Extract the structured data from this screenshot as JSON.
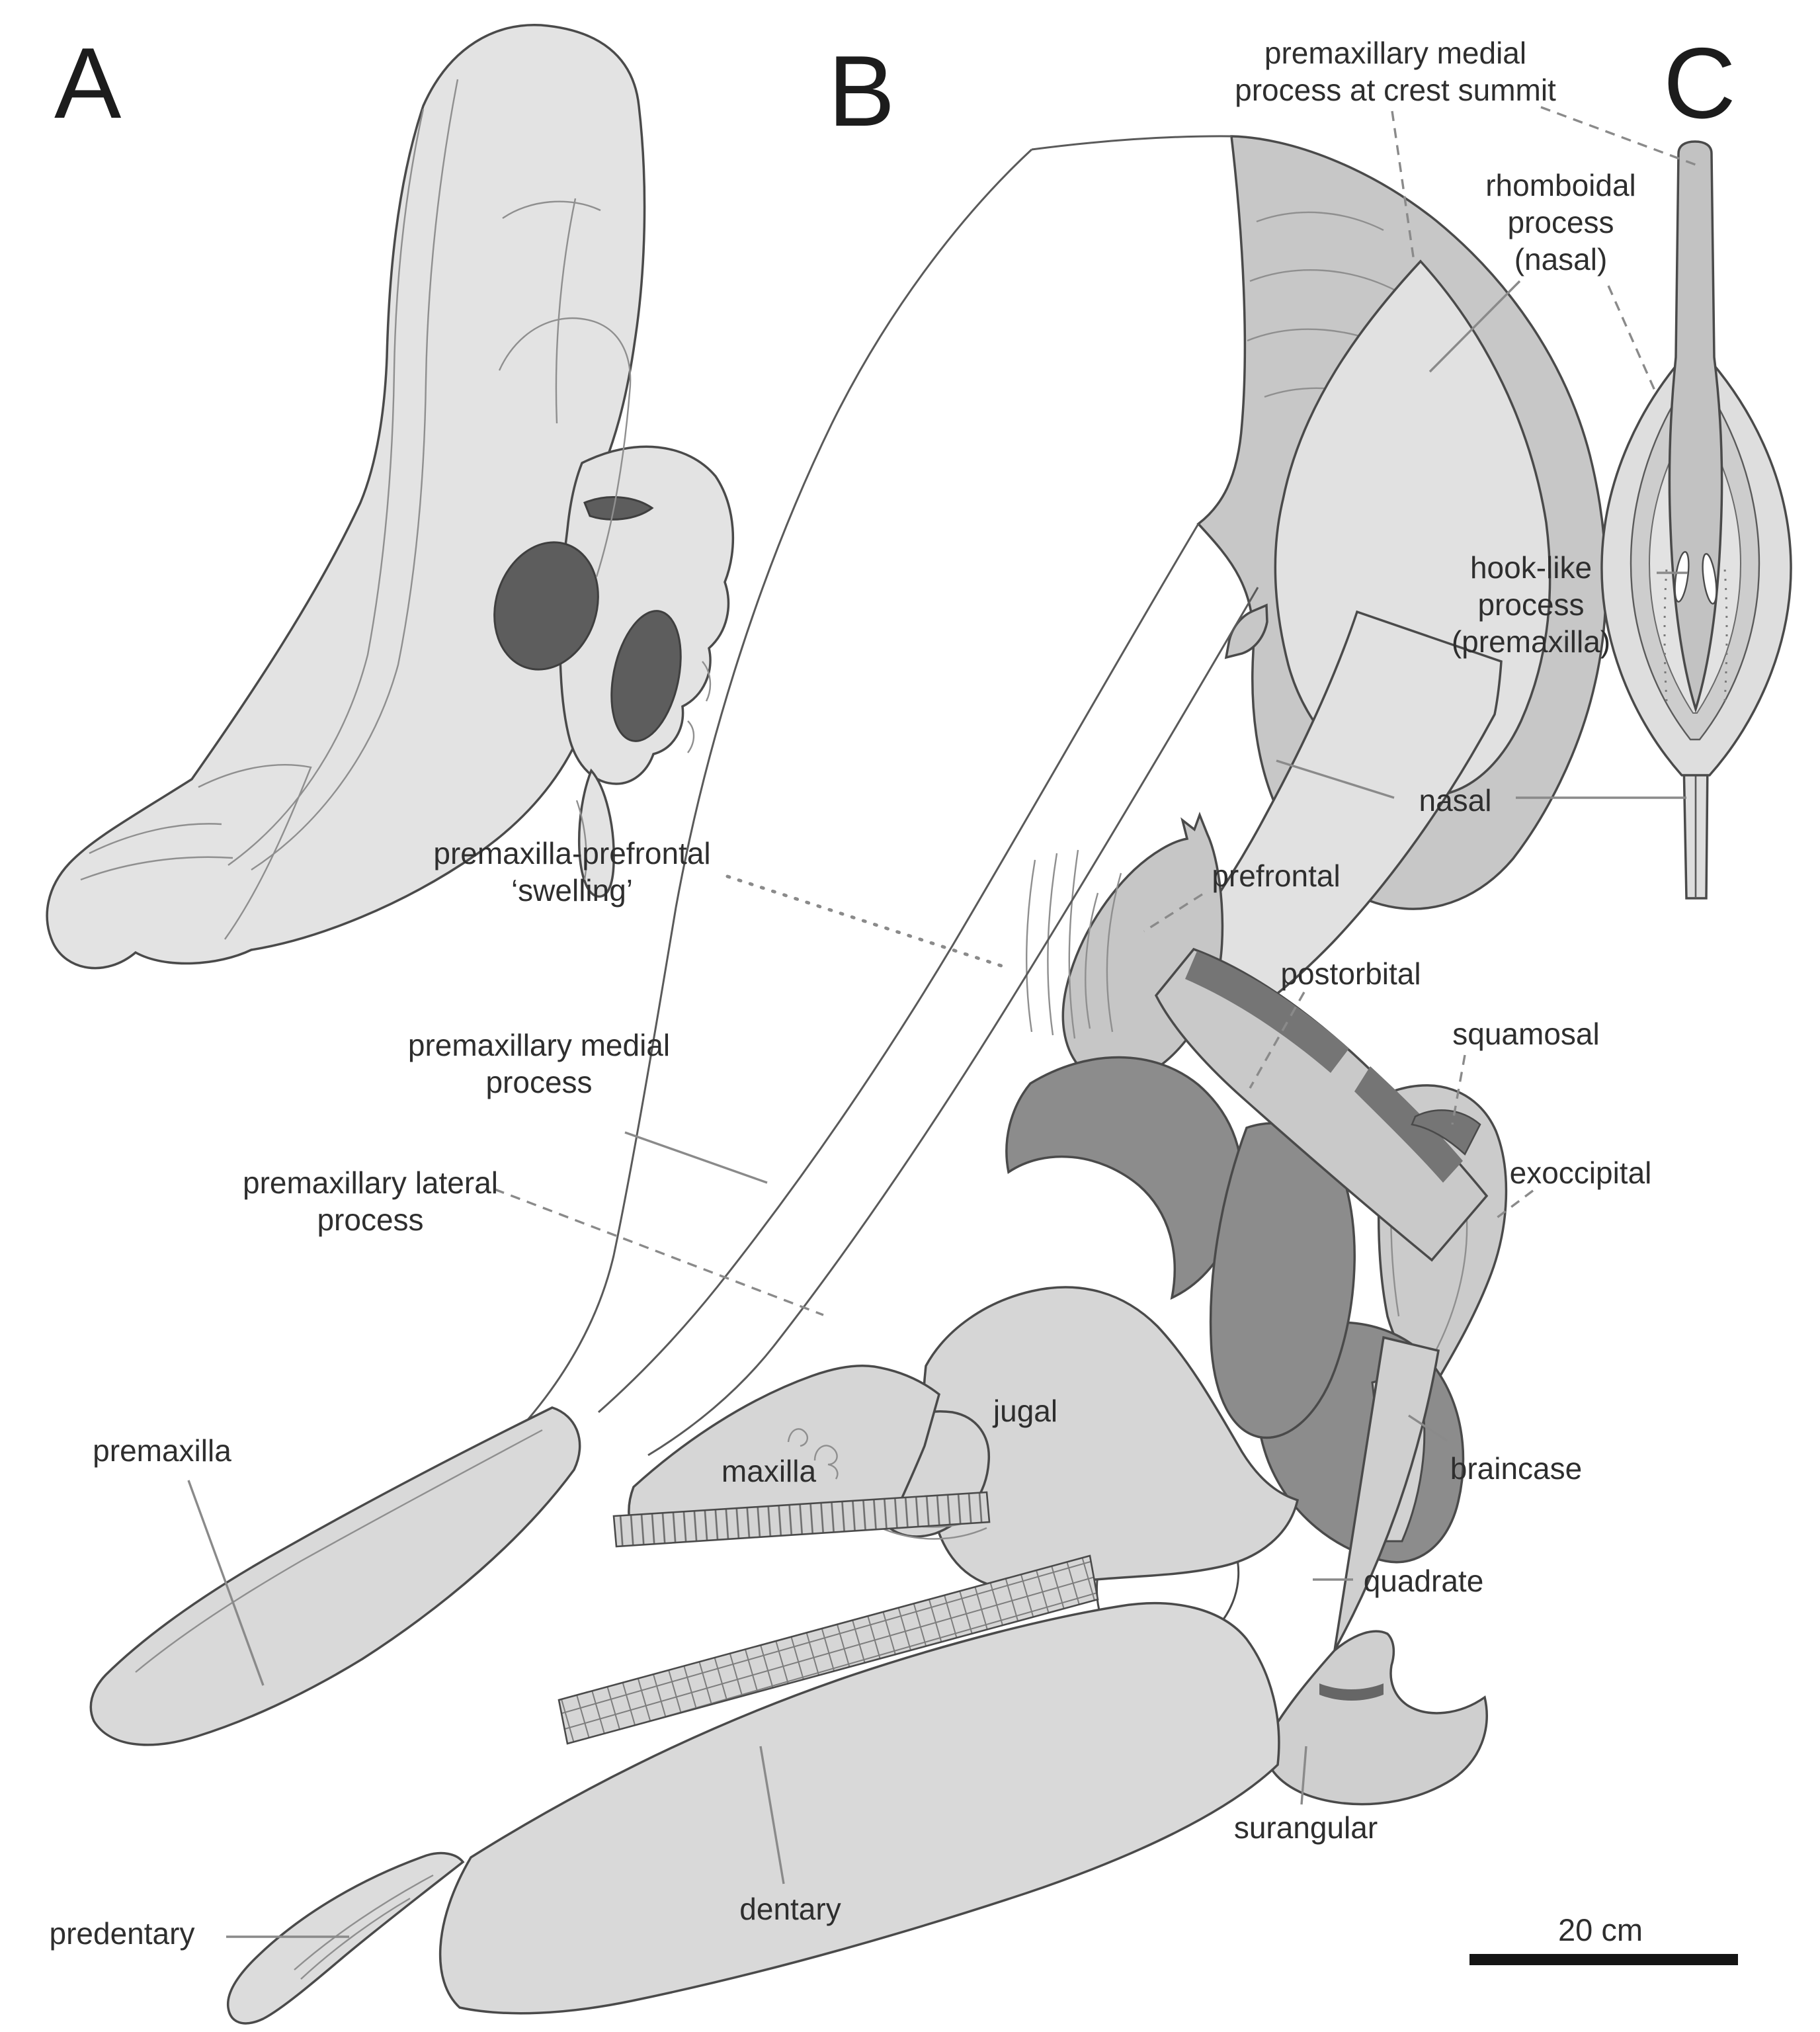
{
  "figure": {
    "panel_letters": {
      "a": "A",
      "b": "B",
      "c": "C"
    },
    "scale_bar": {
      "label": "20 cm"
    },
    "colors": {
      "background": "#ffffff",
      "bone_light": "#dedede",
      "bone_medium": "#c7c7c7",
      "opening_dark": "#8c8c8c",
      "panel_a_opening": "#5d5d5d",
      "outline": "#4a4a4a",
      "leader_line": "#8a8a8a",
      "text": "#2e2e2e",
      "scale_bar": "#151515"
    },
    "labels": {
      "crest_summit": "premaxillary medial\nprocess at crest summit",
      "rhomboidal": "rhomboidal\nprocess\n(nasal)",
      "hook_like": "hook-like\nprocess\n(premaxilla)",
      "nasal": "nasal",
      "swelling": "premaxilla-prefrontal\n‘swelling’",
      "prefrontal": "prefrontal",
      "postorbital": "postorbital",
      "squamosal": "squamosal",
      "exoccipital": "exoccipital",
      "medial_process": "premaxillary medial\nprocess",
      "lateral_process": "premaxillary lateral\nprocess",
      "premaxilla": "premaxilla",
      "maxilla": "maxilla",
      "jugal": "jugal",
      "braincase": "braincase",
      "quadrate": "quadrate",
      "surangular": "surangular",
      "dentary": "dentary",
      "predentary": "predentary"
    }
  }
}
